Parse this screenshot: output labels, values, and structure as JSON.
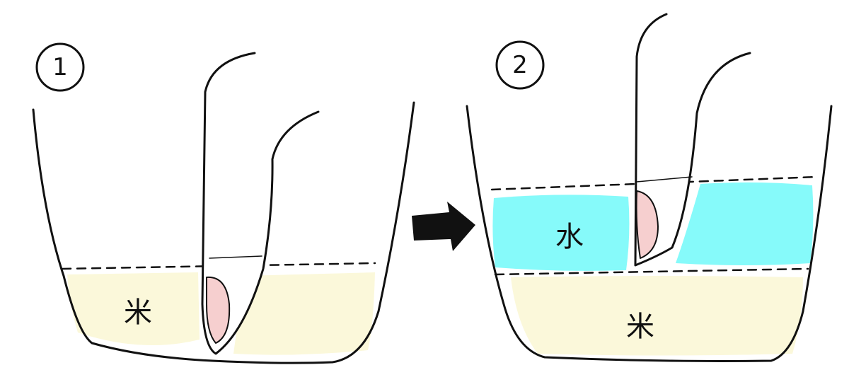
{
  "panels": [
    {
      "step": "1",
      "rice_label": "米"
    },
    {
      "step": "2",
      "water_label": "水",
      "rice_label": "米"
    }
  ],
  "colors": {
    "rice": "#fbf8da",
    "water": "#86fafa",
    "nail": "#f6cfcf",
    "ink": "#111111"
  }
}
